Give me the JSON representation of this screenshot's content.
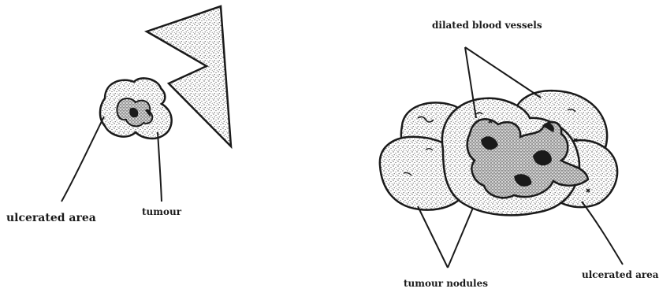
{
  "labels": {
    "left_ulcerated_area": "ulcerated area",
    "left_tumour": "tumour",
    "dilated_blood_vessels": "dilated blood vessels",
    "tumour_nodules": "tumour nodules",
    "right_ulcerated_area": "ulcerated area"
  },
  "colors": {
    "ink": "#1a1a1a",
    "stipple": "#555555",
    "background": "#ffffff"
  }
}
